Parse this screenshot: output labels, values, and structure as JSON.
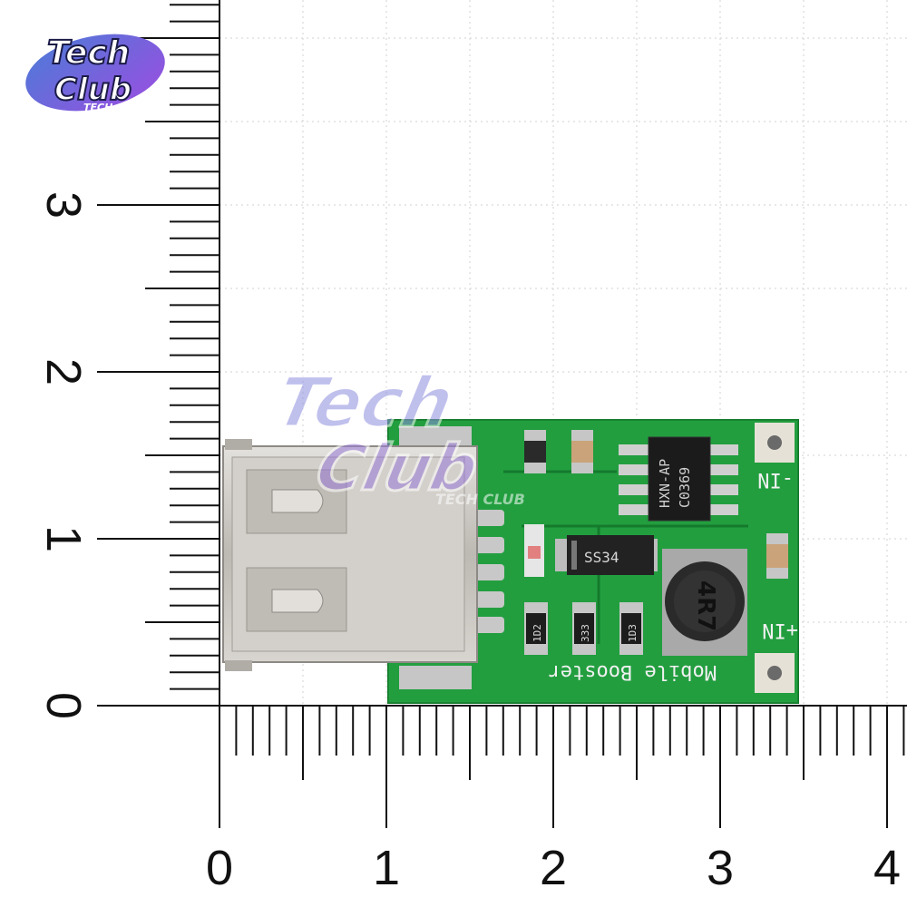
{
  "watermark": {
    "brand_line1": "Tech",
    "brand_line2": "Club",
    "brand_sub": "TECH CLUB"
  },
  "ruler": {
    "x_labels": [
      "0",
      "1",
      "2",
      "3",
      "4"
    ],
    "y_labels": [
      "0",
      "1",
      "2",
      "3"
    ]
  },
  "board": {
    "silkscreen_title": "Mobile Booster",
    "pin_in_minus": "-IN",
    "pin_in_plus": "+IN",
    "ic_text_line1": "HXN-AP",
    "ic_text_line2": "C0369",
    "diode_label": "SS34",
    "resistor_1": "1D2",
    "resistor_2": "333",
    "resistor_3": "1D3",
    "inductor_marking": "4R7"
  },
  "colors": {
    "pcb": "#1f9a3c",
    "pcb_dark": "#168030",
    "usb_metal": "#c9c6c1",
    "watermark": "#7b5cd6",
    "ruler": "#111111",
    "grid": "#cfcfcf"
  }
}
